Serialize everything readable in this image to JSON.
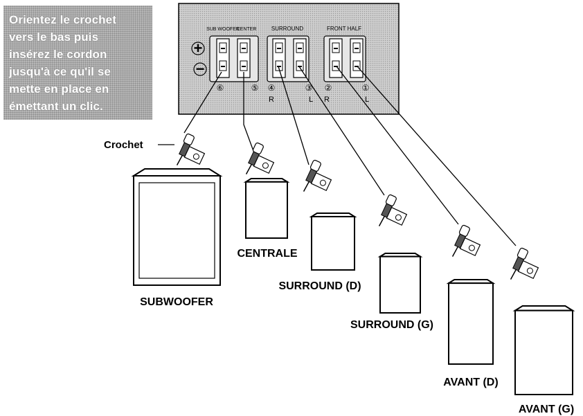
{
  "instruction": {
    "lines": [
      "Orientez le crochet",
      "vers le bas puis",
      "insérez le cordon",
      "jusqu'à ce qu'il se",
      "mette en place en",
      "émettant un clic."
    ]
  },
  "panel": {
    "polarity": {
      "plus": "+",
      "minus": "−"
    },
    "groups": [
      "SUB WOOFER",
      "CENTER",
      "SURROUND",
      "FRONT HALF"
    ],
    "channel_numbers": [
      "⑥",
      "⑤",
      "④",
      "③",
      "②",
      "①"
    ],
    "channel_sides": [
      "R",
      "L",
      "R",
      "L"
    ]
  },
  "callout": {
    "hook_label": "Crochet"
  },
  "speakers": [
    {
      "label": "SUBWOOFER"
    },
    {
      "label": "CENTRALE"
    },
    {
      "label": "SURROUND (D)"
    },
    {
      "label": "SURROUND (G)"
    },
    {
      "label": "AVANT (D)"
    },
    {
      "label": "AVANT (G)"
    }
  ],
  "colors": {
    "ink": "#000000",
    "panel": "#cfcfcf",
    "note_box": "#b8b8b8",
    "note_text": "#ffffff"
  },
  "icons": [
    "connector-plug-icon"
  ]
}
